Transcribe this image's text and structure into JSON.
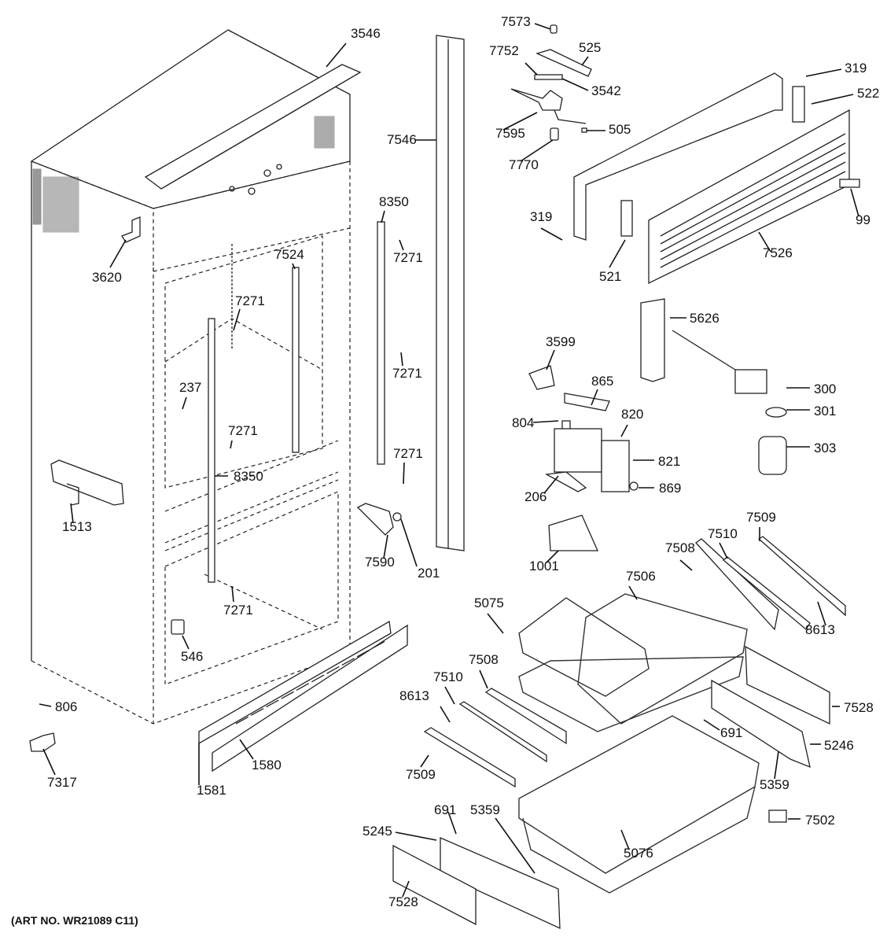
{
  "diagram": {
    "type": "exploded-parts-diagram",
    "subject": "Built-in bottom-freezer refrigerator cabinet, ice maker and freezer baskets",
    "art_number": "(ART NO. WR21089 C11)",
    "callouts": [
      {
        "id": "c3546",
        "part": "3546"
      },
      {
        "id": "c3620",
        "part": "3620"
      },
      {
        "id": "c7546",
        "part": "7546"
      },
      {
        "id": "c8350a",
        "part": "8350"
      },
      {
        "id": "c7271a",
        "part": "7271"
      },
      {
        "id": "c7524",
        "part": "7524"
      },
      {
        "id": "c7271b",
        "part": "7271"
      },
      {
        "id": "c237",
        "part": "237"
      },
      {
        "id": "c7271c",
        "part": "7271"
      },
      {
        "id": "c7271d",
        "part": "7271"
      },
      {
        "id": "c8350b",
        "part": "8350"
      },
      {
        "id": "c7271e",
        "part": "7271"
      },
      {
        "id": "c1513",
        "part": "1513"
      },
      {
        "id": "c7590",
        "part": "7590"
      },
      {
        "id": "c201",
        "part": "201"
      },
      {
        "id": "c7271f",
        "part": "7271"
      },
      {
        "id": "c546",
        "part": "546"
      },
      {
        "id": "c806",
        "part": "806"
      },
      {
        "id": "c7317",
        "part": "7317"
      },
      {
        "id": "c1580",
        "part": "1580"
      },
      {
        "id": "c1581",
        "part": "1581"
      },
      {
        "id": "c7573",
        "part": "7573"
      },
      {
        "id": "c525",
        "part": "525"
      },
      {
        "id": "c7752",
        "part": "7752"
      },
      {
        "id": "c3542",
        "part": "3542"
      },
      {
        "id": "c7595",
        "part": "7595"
      },
      {
        "id": "c505",
        "part": "505"
      },
      {
        "id": "c7770",
        "part": "7770"
      },
      {
        "id": "c319a",
        "part": "319"
      },
      {
        "id": "c522",
        "part": "522"
      },
      {
        "id": "c99",
        "part": "99"
      },
      {
        "id": "c319b",
        "part": "319"
      },
      {
        "id": "c7526",
        "part": "7526"
      },
      {
        "id": "c521",
        "part": "521"
      },
      {
        "id": "c5626",
        "part": "5626"
      },
      {
        "id": "c3599",
        "part": "3599"
      },
      {
        "id": "c300",
        "part": "300"
      },
      {
        "id": "c865",
        "part": "865"
      },
      {
        "id": "c301",
        "part": "301"
      },
      {
        "id": "c804",
        "part": "804"
      },
      {
        "id": "c820",
        "part": "820"
      },
      {
        "id": "c303",
        "part": "303"
      },
      {
        "id": "c821",
        "part": "821"
      },
      {
        "id": "c206",
        "part": "206"
      },
      {
        "id": "c869",
        "part": "869"
      },
      {
        "id": "c7509a",
        "part": "7509"
      },
      {
        "id": "c7510a",
        "part": "7510"
      },
      {
        "id": "c7508a",
        "part": "7508"
      },
      {
        "id": "c1001",
        "part": "1001"
      },
      {
        "id": "c7506",
        "part": "7506"
      },
      {
        "id": "c8613a",
        "part": "8613"
      },
      {
        "id": "c5075",
        "part": "5075"
      },
      {
        "id": "c7508b",
        "part": "7508"
      },
      {
        "id": "c7510b",
        "part": "7510"
      },
      {
        "id": "c8613b",
        "part": "8613"
      },
      {
        "id": "c7528a",
        "part": "7528"
      },
      {
        "id": "c691a",
        "part": "691"
      },
      {
        "id": "c5246",
        "part": "5246"
      },
      {
        "id": "c7509b",
        "part": "7509"
      },
      {
        "id": "c5359a",
        "part": "5359"
      },
      {
        "id": "c691b",
        "part": "691"
      },
      {
        "id": "c5359b",
        "part": "5359"
      },
      {
        "id": "c7502",
        "part": "7502"
      },
      {
        "id": "c5245",
        "part": "5245"
      },
      {
        "id": "c5076",
        "part": "5076"
      },
      {
        "id": "c7528b",
        "part": "7528"
      }
    ]
  }
}
